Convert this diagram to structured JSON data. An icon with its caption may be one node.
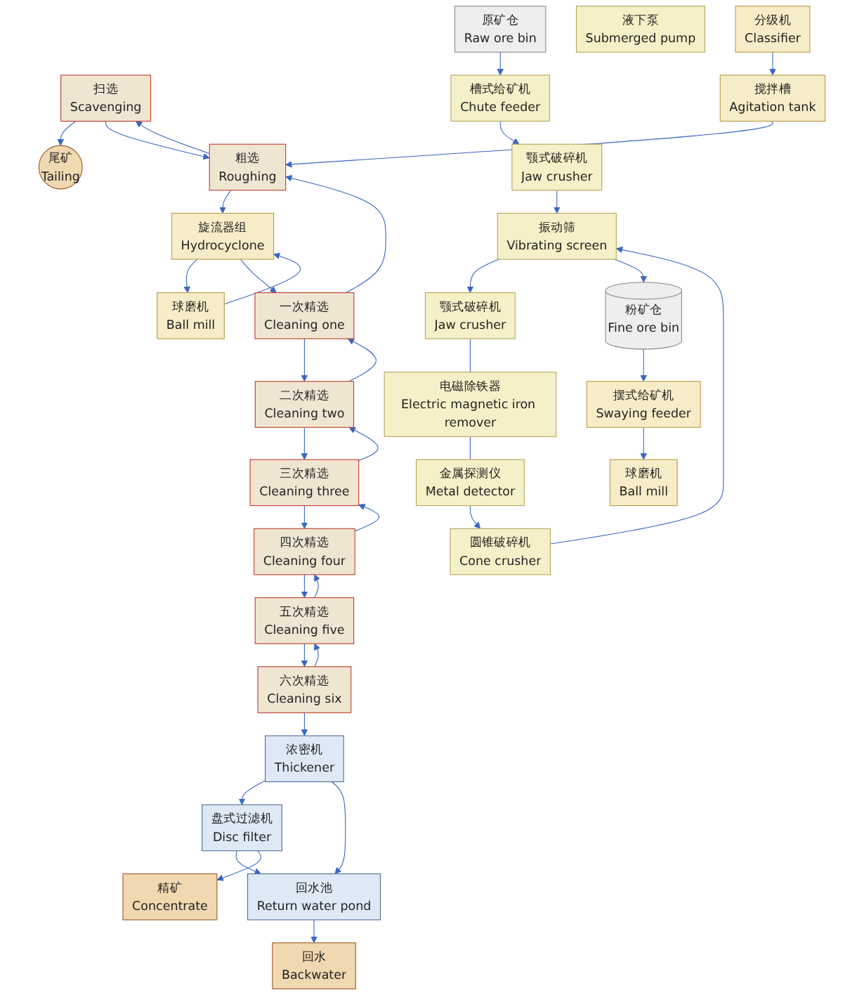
{
  "diagram": {
    "nodes": [
      {
        "text": [
          "原矿仓",
          "Raw ore bin"
        ]
      },
      {
        "text": [
          "槽式给矿机",
          "Chute feeder"
        ]
      },
      {
        "text": [
          "颚式破碎机",
          "Jaw crusher"
        ]
      },
      {
        "text": [
          "液下泵",
          "Submerged pump"
        ]
      },
      {
        "text": [
          "金属探测仪",
          "Metal detector"
        ]
      },
      {
        "text": [
          "电磁除铁器",
          "Electric magnetic iron remover"
        ]
      },
      {
        "text": [
          "圆锥破碎机",
          "Cone crusher"
        ]
      },
      {
        "text": [
          "振动筛",
          "Vibrating screen"
        ]
      },
      {
        "text": [
          "颚式破碎机",
          "Jaw crusher"
        ]
      },
      {
        "text": [
          "粉矿仓",
          "Fine ore bin"
        ]
      },
      {
        "text": [
          "摆式给矿机",
          "Swaying feeder"
        ]
      },
      {
        "text": [
          "球磨机",
          "Ball mill"
        ]
      },
      {
        "text": [
          "分级机",
          "Classifier"
        ]
      },
      {
        "text": [
          "搅拌槽",
          "Agitation tank"
        ]
      },
      {
        "text": [
          "球磨机",
          "Ball mill"
        ]
      },
      {
        "text": [
          "旋流器组",
          "Hydrocyclone"
        ]
      },
      {
        "text": [
          "粗选",
          "Roughing"
        ]
      },
      {
        "text": [
          "扫选",
          "Scavenging"
        ]
      },
      {
        "text": [
          "尾矿",
          "Tailing"
        ]
      },
      {
        "text": [
          "四次精选",
          "Cleaning four"
        ]
      },
      {
        "text": [
          "三次精选",
          "Cleaning three"
        ]
      },
      {
        "text": [
          "二次精选",
          "Cleaning two"
        ]
      },
      {
        "text": [
          "一次精选",
          "Cleaning one"
        ]
      },
      {
        "text": [
          "五次精选",
          "Cleaning five"
        ]
      },
      {
        "text": [
          "六次精选",
          "Cleaning six"
        ]
      },
      {
        "text": [
          "浓密机",
          "Thickener"
        ]
      },
      {
        "text": [
          "盘式过滤机",
          "Disc filter"
        ]
      },
      {
        "text": [
          "精矿",
          "Concentrate"
        ]
      },
      {
        "text": [
          "回水池",
          "Return water pond"
        ]
      },
      {
        "text": [
          "回水",
          "Backwater"
        ]
      }
    ],
    "edges": [
      {
        "from": 0,
        "to": 1,
        "arrow": "to"
      },
      {
        "from": 1,
        "to": 2,
        "arrow": "to"
      },
      {
        "from": 2,
        "to": 7,
        "arrow": "to"
      },
      {
        "from": 6,
        "to": 7,
        "arrow": "to"
      },
      {
        "from": 7,
        "to": 8,
        "arrow": "to"
      },
      {
        "from": 8,
        "to": 5,
        "arrow": "none"
      },
      {
        "from": 5,
        "to": 4,
        "arrow": "none"
      },
      {
        "from": 4,
        "to": 6,
        "arrow": "to"
      },
      {
        "from": 7,
        "to": 9,
        "arrow": "to"
      },
      {
        "from": 9,
        "to": 10,
        "arrow": "to"
      },
      {
        "from": 10,
        "to": 11,
        "arrow": "to"
      },
      {
        "from": 12,
        "to": 13,
        "arrow": "to"
      },
      {
        "from": 13,
        "to": 16,
        "arrow": "to"
      },
      {
        "from": 16,
        "to": 17,
        "arrow": "to"
      },
      {
        "from": 17,
        "to": 18,
        "arrow": "to"
      },
      {
        "from": 15,
        "to": 14,
        "arrow": "to"
      },
      {
        "from": 14,
        "to": 15,
        "arrow": "to"
      },
      {
        "from": 16,
        "to": 15,
        "arrow": "to"
      },
      {
        "from": 15,
        "to": 22,
        "arrow": "to"
      },
      {
        "from": 22,
        "to": 16,
        "arrow": "to"
      },
      {
        "from": 17,
        "to": 16,
        "arrow": "to"
      },
      {
        "from": 19,
        "to": 20,
        "arrow": "to"
      },
      {
        "from": 20,
        "to": 21,
        "arrow": "to"
      },
      {
        "from": 21,
        "to": 22,
        "arrow": "to"
      },
      {
        "from": 22,
        "to": 21,
        "arrow": "to"
      },
      {
        "from": 21,
        "to": 20,
        "arrow": "to"
      },
      {
        "from": 20,
        "to": 19,
        "arrow": "to"
      },
      {
        "from": 19,
        "to": 23,
        "arrow": "to"
      },
      {
        "from": 23,
        "to": 19,
        "arrow": "to"
      },
      {
        "from": 23,
        "to": 24,
        "arrow": "to"
      },
      {
        "from": 24,
        "to": 23,
        "arrow": "to"
      },
      {
        "from": 24,
        "to": 25,
        "arrow": "to"
      },
      {
        "from": 25,
        "to": 26,
        "arrow": "to"
      },
      {
        "from": 25,
        "to": 28,
        "arrow": "to"
      },
      {
        "from": 26,
        "to": 28,
        "arrow": "to"
      },
      {
        "from": 26,
        "to": 27,
        "arrow": "to"
      },
      {
        "from": 28,
        "to": 29,
        "arrow": "to"
      }
    ]
  }
}
